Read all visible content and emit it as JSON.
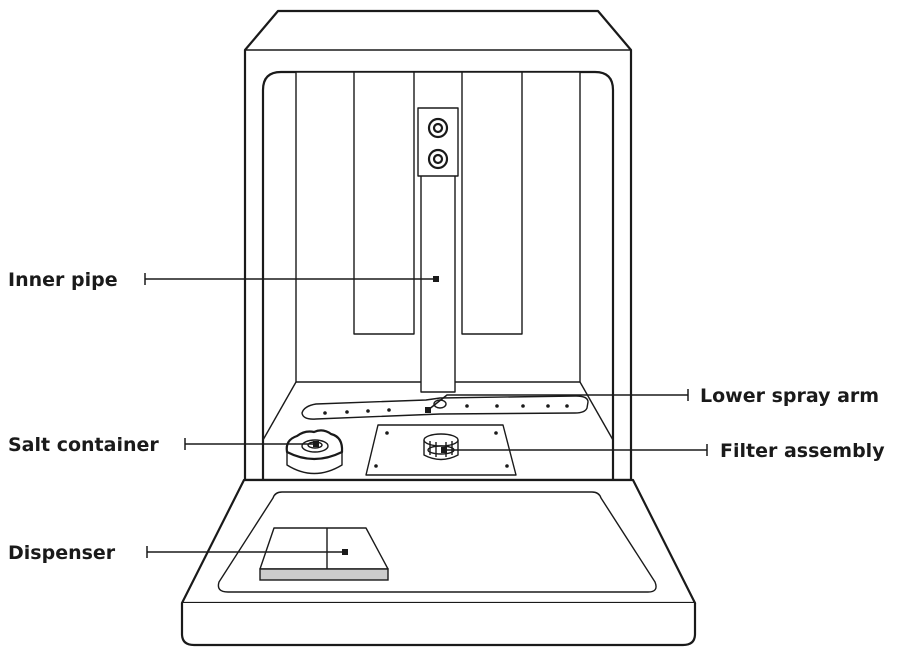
{
  "labels": {
    "inner_pipe": "Inner pipe",
    "lower_spray_arm": "Lower spray arm",
    "salt_container": "Salt container",
    "filter_assembly": "Filter assembly",
    "dispenser": "Dispenser"
  },
  "colors": {
    "line": "#1a1a1a",
    "background": "#ffffff",
    "dispenser_band": "#cccccc"
  }
}
